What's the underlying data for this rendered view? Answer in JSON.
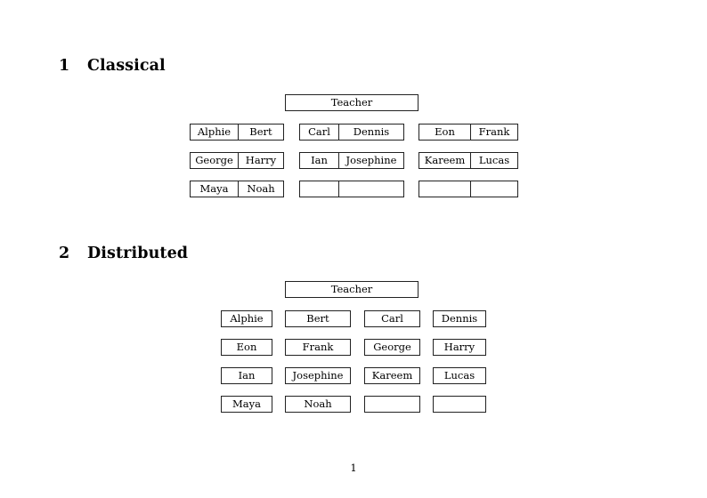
{
  "document": {
    "page_number": "1",
    "sections": [
      {
        "number": "1",
        "title": "Classical",
        "teacher_label": "Teacher",
        "layout": "paired-groups",
        "groups": [
          {
            "cells": [
              "Alphie",
              "Bert"
            ]
          },
          {
            "cells": [
              "Carl",
              "Dennis"
            ]
          },
          {
            "cells": [
              "Eon",
              "Frank"
            ]
          },
          {
            "cells": [
              "George",
              "Harry"
            ]
          },
          {
            "cells": [
              "Ian",
              "Josephine"
            ]
          },
          {
            "cells": [
              "Kareem",
              "Lucas"
            ]
          },
          {
            "cells": [
              "Maya",
              "Noah"
            ]
          },
          {
            "cells": [
              "",
              ""
            ]
          },
          {
            "cells": [
              "",
              ""
            ]
          }
        ]
      },
      {
        "number": "2",
        "title": "Distributed",
        "teacher_label": "Teacher",
        "layout": "single-boxes",
        "boxes": [
          "Alphie",
          "Bert",
          "Carl",
          "Dennis",
          "Eon",
          "Frank",
          "George",
          "Harry",
          "Ian",
          "Josephine",
          "Kareem",
          "Lucas",
          "Maya",
          "Noah",
          "",
          ""
        ]
      }
    ]
  }
}
